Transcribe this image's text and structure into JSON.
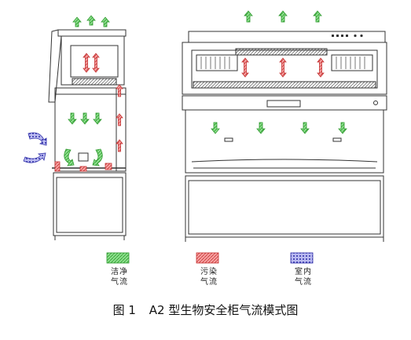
{
  "legend": [
    {
      "line1": "洁净",
      "line2": "气流",
      "fill": "#5fd35f",
      "stroke": "#2f9a2f",
      "kind": "clean"
    },
    {
      "line1": "污染",
      "line2": "气流",
      "fill": "#f07878",
      "stroke": "#c63434",
      "kind": "contaminated"
    },
    {
      "line1": "室内",
      "line2": "气流",
      "fill": "#8a8ae0",
      "stroke": "#2e2ea8",
      "kind": "room"
    }
  ],
  "caption": {
    "figure_label": "图 1",
    "title": "A2 型生物安全柜气流模式图"
  },
  "colors": {
    "line": "#333333",
    "clean": "#5fd35f",
    "contaminated": "#f07878",
    "room": "#8a8ae0"
  }
}
